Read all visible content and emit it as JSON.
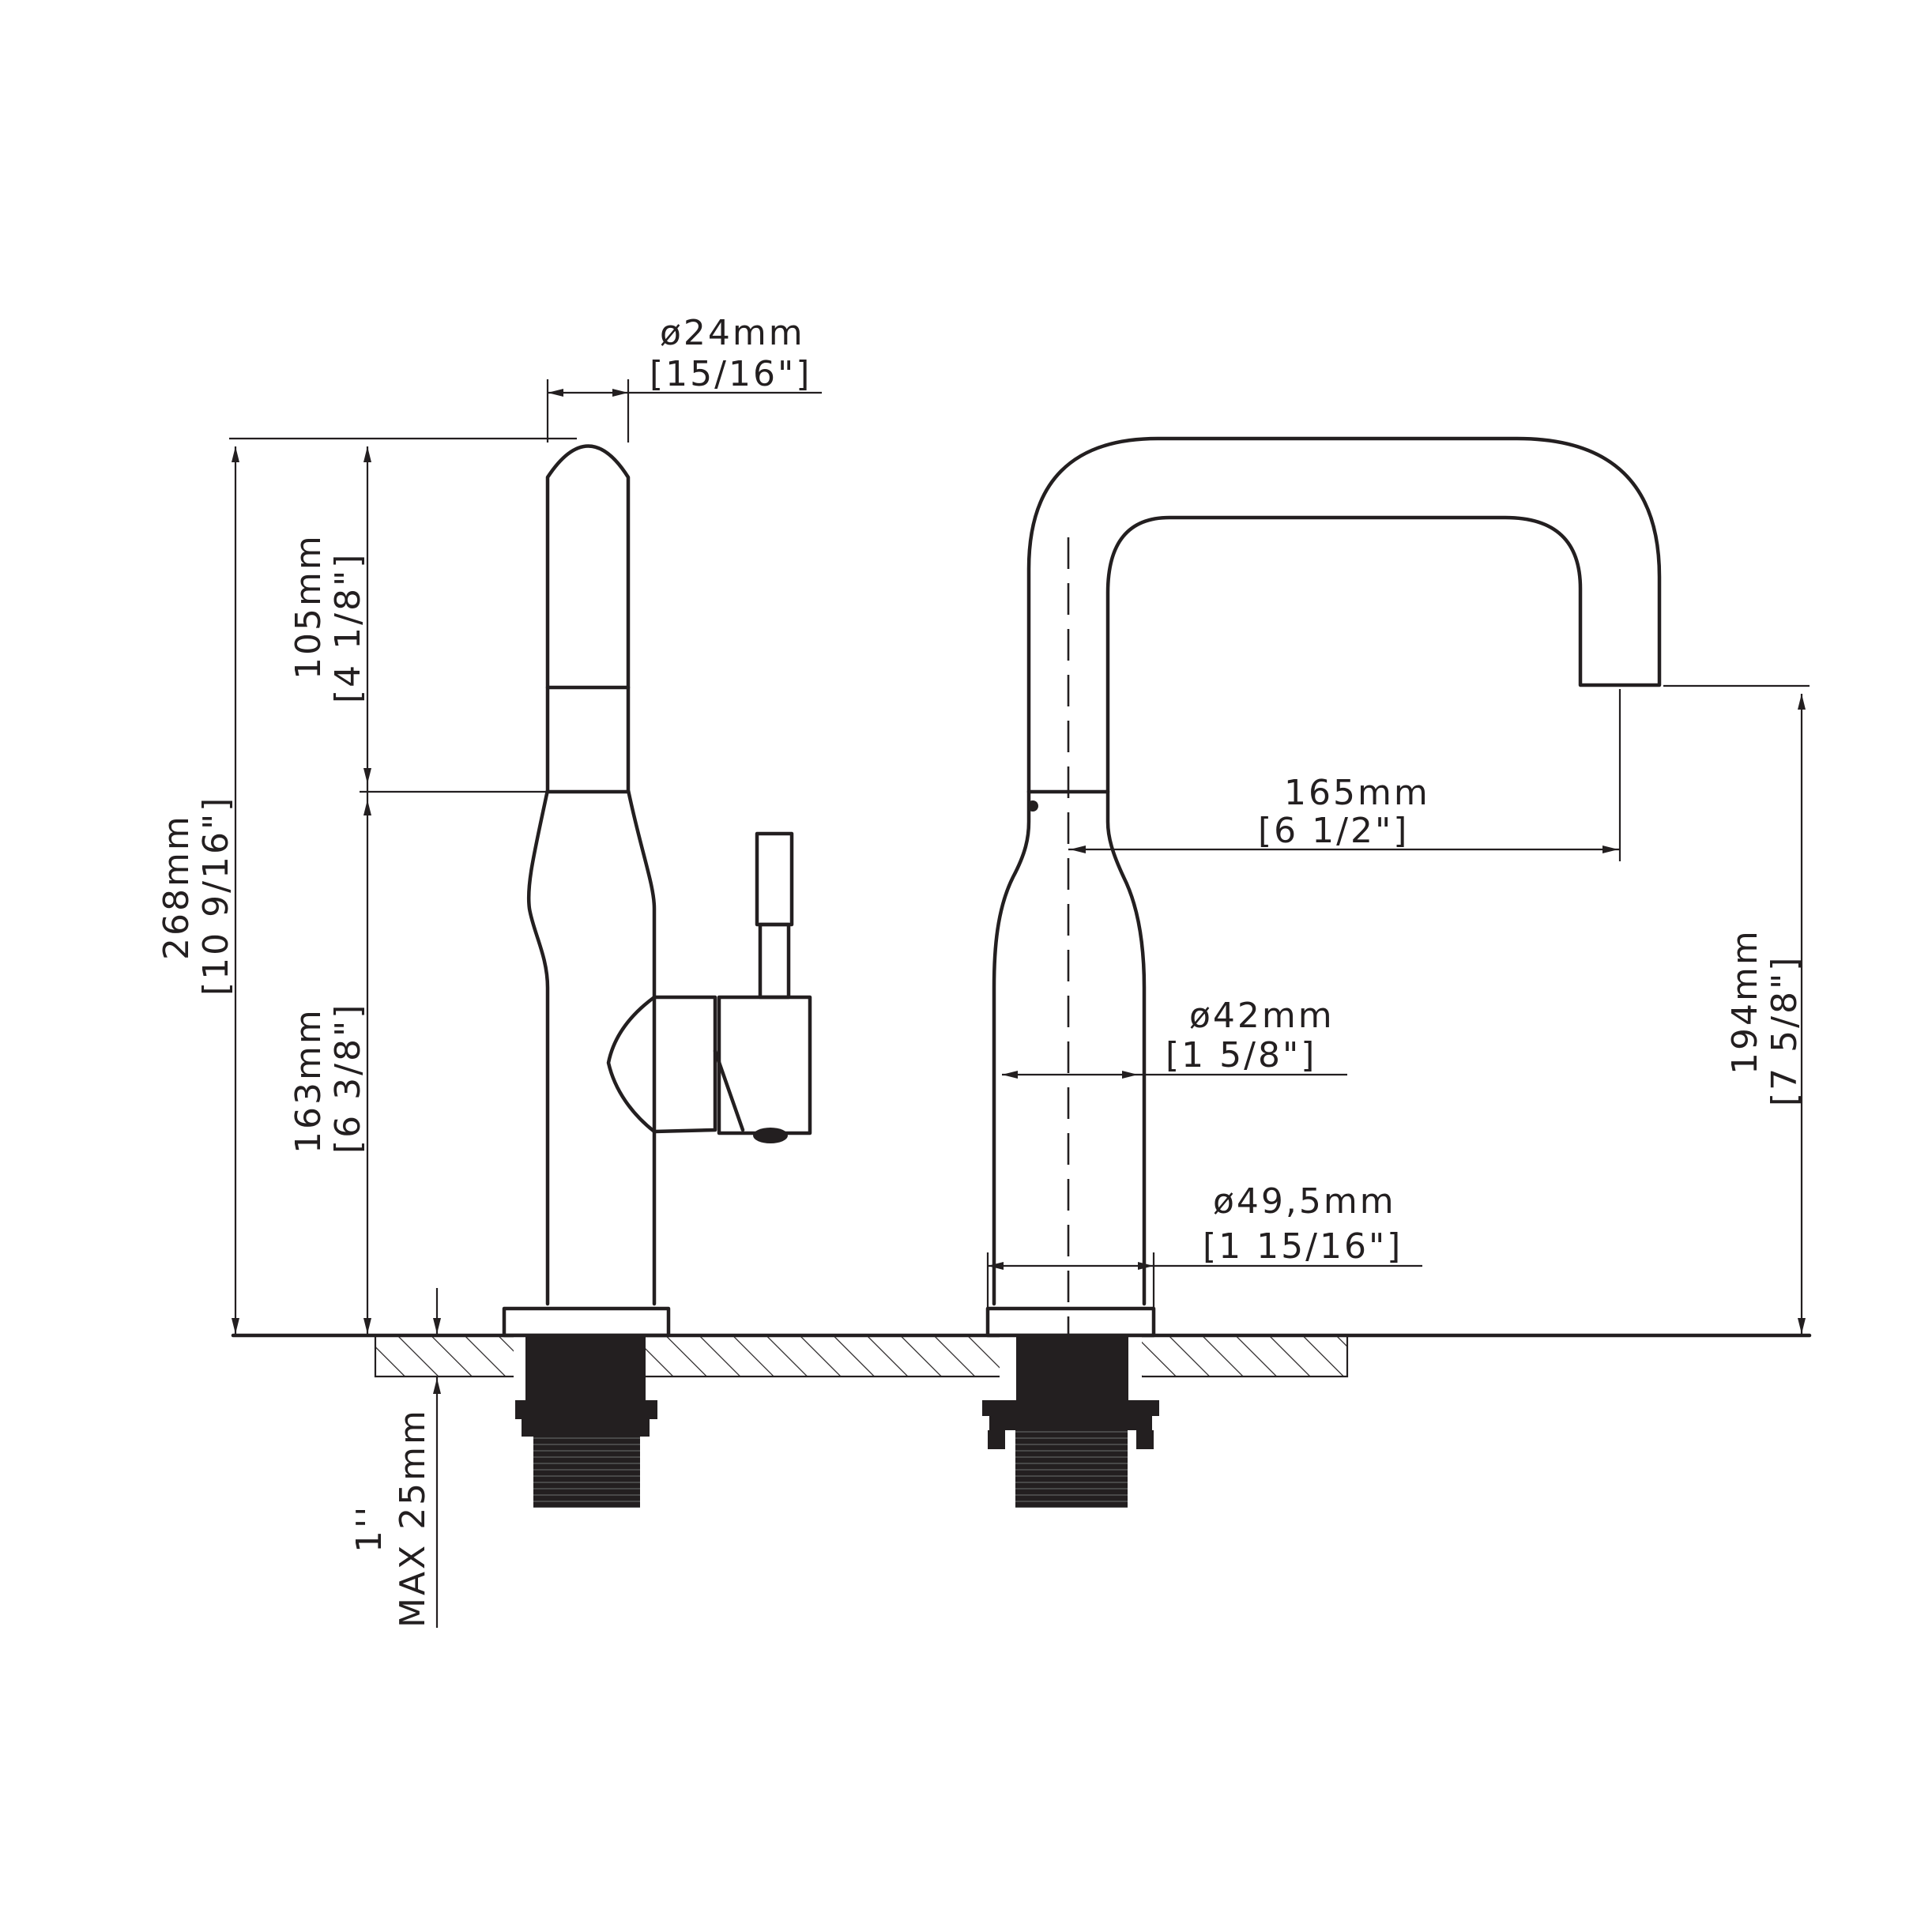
{
  "dimensions": {
    "spout_diameter": {
      "metric": "ø24mm",
      "imperial": "[15/16\"]"
    },
    "spout_upper_height": {
      "metric": "105mm",
      "imperial": "[4 1/8\"]"
    },
    "body_height": {
      "metric": "163mm",
      "imperial": "[6 3/8\"]"
    },
    "total_height": {
      "metric": "268mm",
      "imperial": "[10 9/16\"]"
    },
    "spout_reach": {
      "metric": "165mm",
      "imperial": "[6 1/2\"]"
    },
    "body_diameter": {
      "metric": "ø42mm",
      "imperial": "[1 5/8\"]"
    },
    "base_diameter": {
      "metric": "ø49,5mm",
      "imperial": "[1 15/16\"]"
    },
    "outlet_height": {
      "metric": "194mm",
      "imperial": "[7 5/8\"]"
    },
    "max_deck_thickness": {
      "metric": "MAX 25mm",
      "imperial": "1''"
    }
  },
  "colors": {
    "line": "#231f20",
    "background": "#ffffff"
  }
}
